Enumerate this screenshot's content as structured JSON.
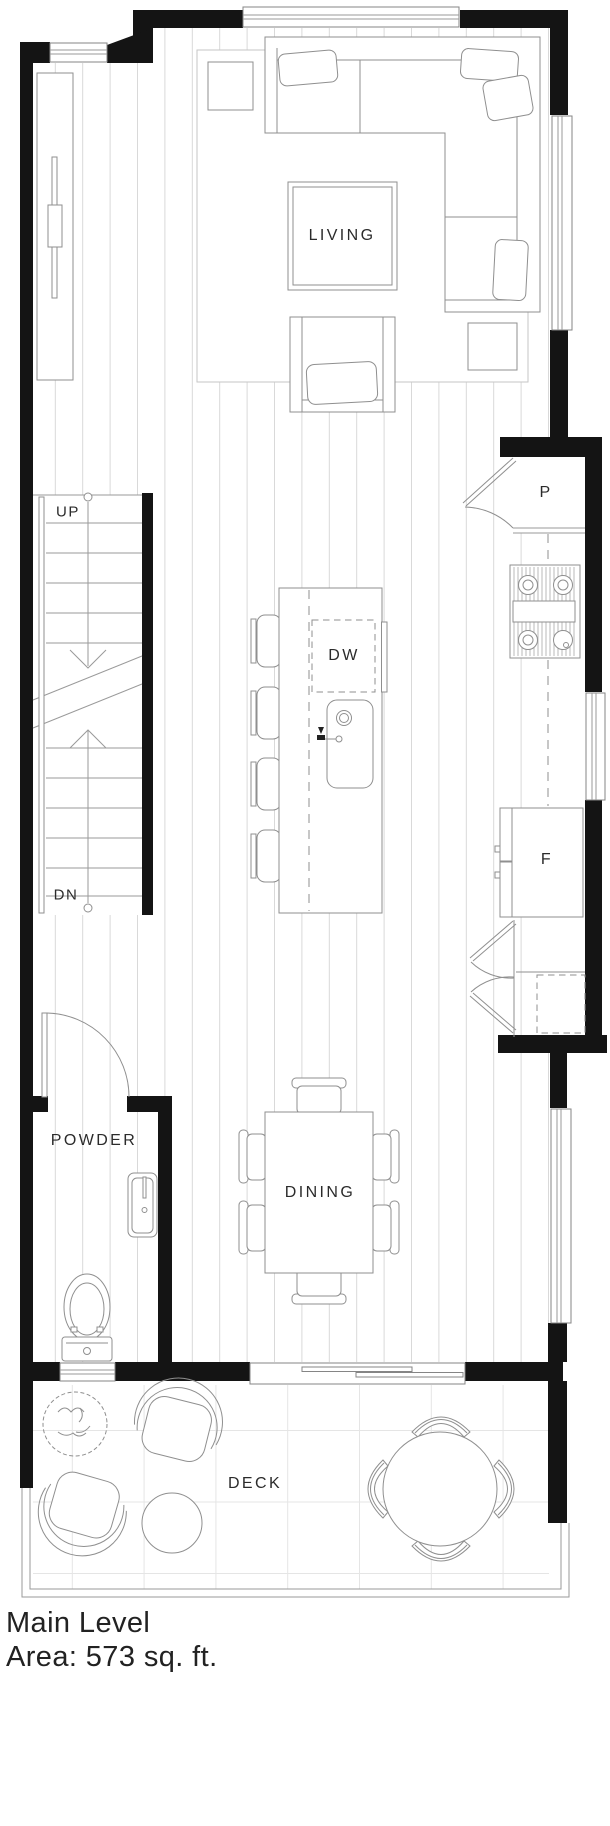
{
  "floor_plan": {
    "title": "Main Level",
    "area": "Area: 573 sq. ft.",
    "labels": {
      "living": "LIVING",
      "dining": "DINING",
      "powder": "POWDER",
      "deck": "DECK",
      "dishwasher": "DW",
      "pantry": "P",
      "fridge": "F",
      "stairs_up": "UP",
      "stairs_down": "DN"
    },
    "colors": {
      "wall": "#141414",
      "furniture_line": "#8f8f8f",
      "floor_plank_line": "#d9d9d9",
      "deck_grid_line": "#e5e5e5",
      "label_text": "#2b2b2b"
    }
  }
}
